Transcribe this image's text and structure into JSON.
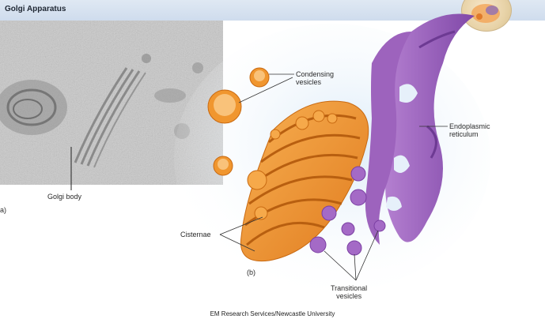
{
  "header": {
    "title": "Golgi Apparatus"
  },
  "micrograph": {
    "label_golgi_body": "Golgi body",
    "panel_letter": "a)"
  },
  "illustration": {
    "condensing_vesicles": "Condensing\nvesicles",
    "endoplasmic_reticulum": "Endoplasmic\nreticulum",
    "cisternae": "Cisternae",
    "panel_letter": "(b)",
    "transitional_vesicles": "Transitional\nvesicles"
  },
  "credit": "EM Research Services/Newcastle University",
  "colors": {
    "golgi_orange": "#f0962f",
    "er_purple": "#9a5fb8",
    "background_blue": "#e6f0fa"
  }
}
